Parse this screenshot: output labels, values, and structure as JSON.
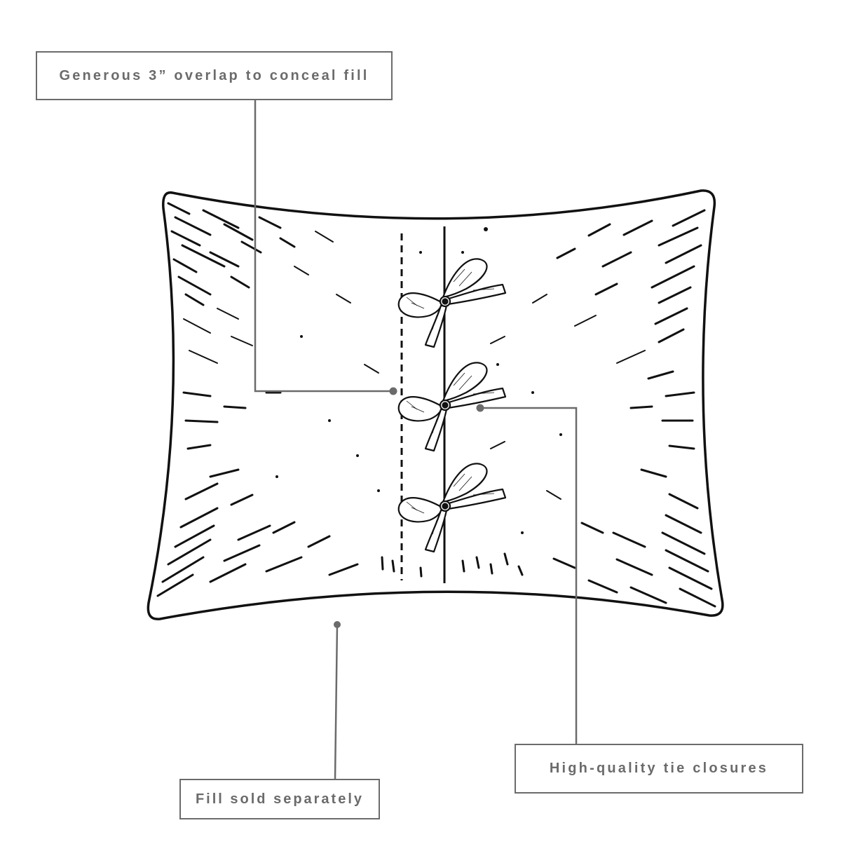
{
  "diagram": {
    "subject": "rectangular pillow cover, back view",
    "colors": {
      "callout_line": "#6b6b6b",
      "callout_text": "#6b6b6b",
      "outline": "#111111",
      "background": "#ffffff"
    },
    "callouts": [
      {
        "id": "overlap",
        "label": "Generous 3” overlap to conceal fill",
        "target": "dashed overlap line"
      },
      {
        "id": "ties",
        "label": "High-quality tie closures",
        "target": "bow tie closures"
      },
      {
        "id": "fill",
        "label": "Fill sold separately",
        "target": "pillow interior"
      }
    ],
    "features": {
      "bow_count": 3,
      "overlap_line": "dashed",
      "center_seam": "solid"
    }
  }
}
